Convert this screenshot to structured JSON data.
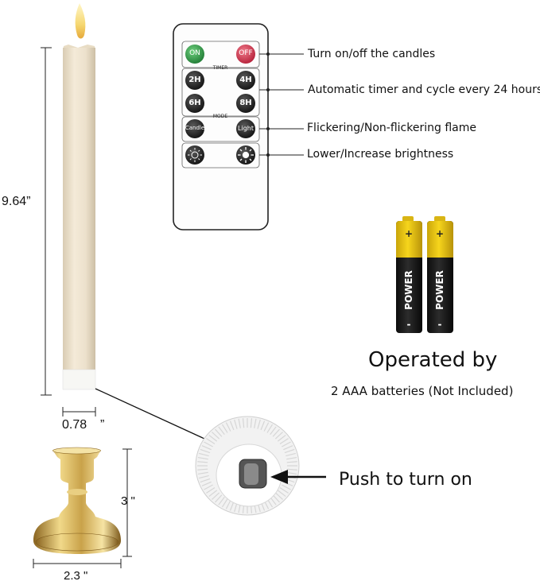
{
  "dimensions": {
    "candle_height": "9.64”",
    "candle_width": "0.78",
    "candle_width_mark": "”",
    "holder_height": "3 \"",
    "holder_width": "2.3 \""
  },
  "remote": {
    "on_label": "ON",
    "off_label": "OFF",
    "timer_label": "TIMER",
    "timer_buttons": [
      "2H",
      "4H",
      "6H",
      "8H"
    ],
    "mode_label": "MODE",
    "mode_buttons": [
      "Candle",
      "Light"
    ]
  },
  "callouts": {
    "power": "Turn on/off the candles",
    "timer": "Automatic timer and cycle every 24 hours",
    "mode": "Flickering/Non-flickering flame",
    "brightness": "Lower/Increase brightness"
  },
  "battery": {
    "brand": "POWER",
    "heading": "Operated by",
    "note": "2 AAA batteries (Not Included)"
  },
  "switch": {
    "label": "Push to turn on"
  },
  "colors": {
    "candle": "#ece1cc",
    "on_button": "#2f9a45",
    "off_button": "#d0334b",
    "battery_yellow": "#f2cc10",
    "holder_gold": "#c9a24a"
  }
}
